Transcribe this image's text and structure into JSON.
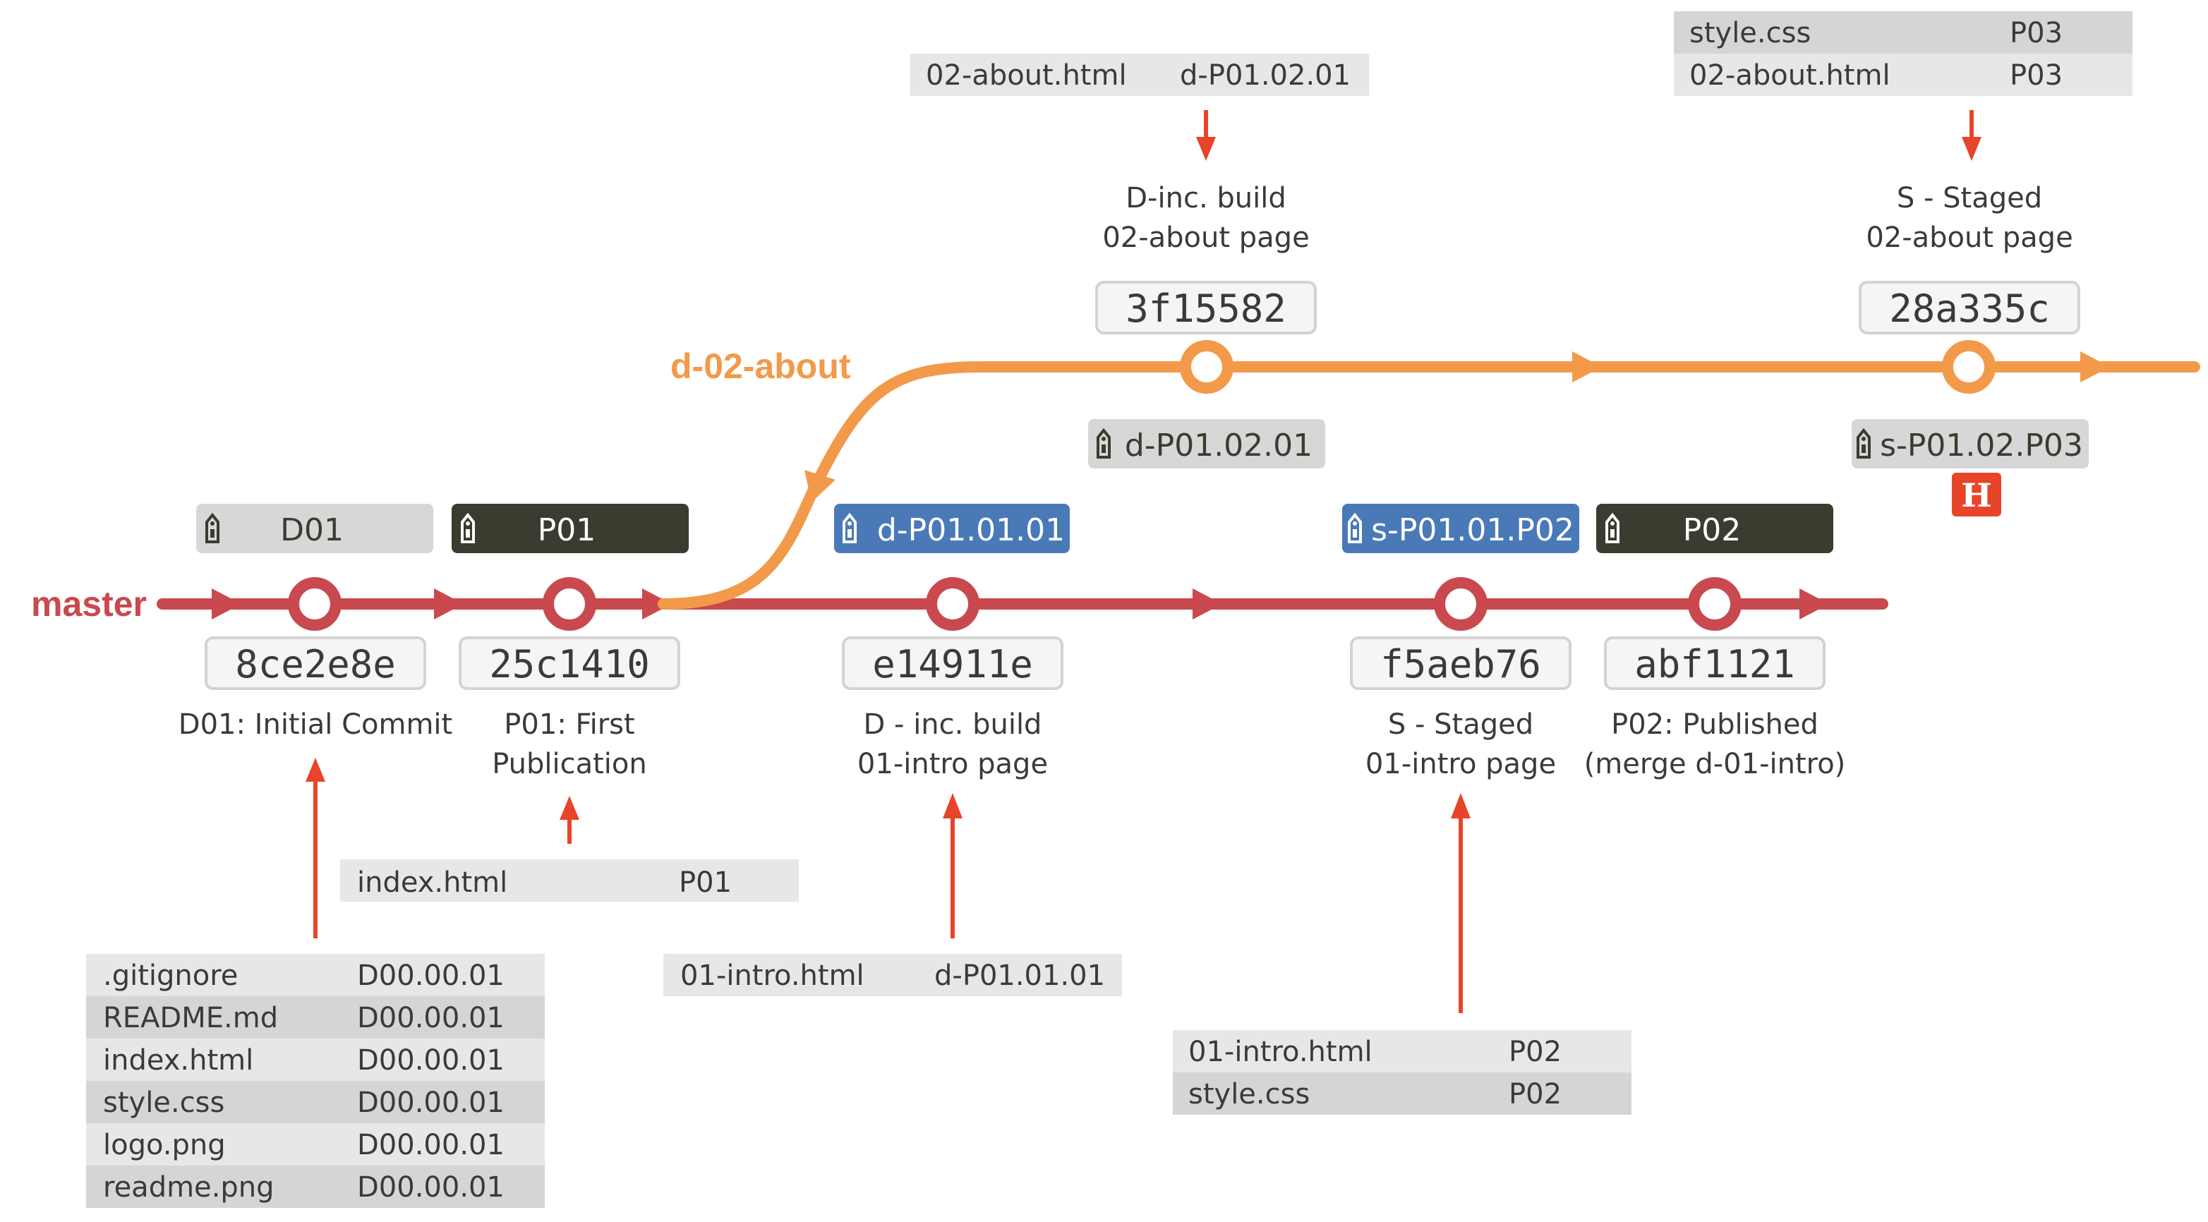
{
  "colors": {
    "master": "#c9494e",
    "branch": "#f29a4a",
    "arrow": "#e8442a",
    "tag_light": "#d7d7d7",
    "tag_dark": "#3b3b30",
    "tag_blue": "#4a79b8",
    "head": "#e8442a",
    "table_a": "#e6e8e8",
    "table_b": "#d4d6d6",
    "hash_bg": "#f5f5f5",
    "hash_border": "#d3d3d3"
  },
  "branches": {
    "master": "master",
    "feature": "d-02-about"
  },
  "commits": [
    {
      "hash": "8ce2e8e",
      "caption": [
        "D01: Initial Commit"
      ]
    },
    {
      "hash": "25c1410",
      "caption": [
        "P01: First",
        "Publication"
      ]
    },
    {
      "hash": "e14911e",
      "caption": [
        "D - inc. build",
        "01-intro page"
      ]
    },
    {
      "hash": "f5aeb76",
      "caption": [
        "S - Staged",
        "01-intro page"
      ]
    },
    {
      "hash": "abf1121",
      "caption": [
        "P02: Published",
        "(merge d-01-intro)"
      ]
    },
    {
      "hash": "3f15582",
      "caption": [
        "D-inc. build",
        "02-about page"
      ]
    },
    {
      "hash": "28a335c",
      "caption": [
        "S - Staged",
        "02-about page"
      ]
    }
  ],
  "tags": [
    {
      "label": "D01",
      "style": "light"
    },
    {
      "label": "P01",
      "style": "dark"
    },
    {
      "label": "d-P01.01.01",
      "style": "blue"
    },
    {
      "label": "s-P01.01.P02",
      "style": "blue"
    },
    {
      "label": "P02",
      "style": "dark"
    },
    {
      "label": "d-P01.02.01",
      "style": "light"
    },
    {
      "label": "s-P01.02.P03",
      "style": "light"
    }
  ],
  "head_badge": "H",
  "tables": [
    {
      "rows": [
        [
          ".gitignore",
          "D00.00.01"
        ],
        [
          "README.md",
          "D00.00.01"
        ],
        [
          "index.html",
          "D00.00.01"
        ],
        [
          "style.css",
          "D00.00.01"
        ],
        [
          "logo.png",
          "D00.00.01"
        ],
        [
          "readme.png",
          "D00.00.01"
        ]
      ]
    },
    {
      "rows": [
        [
          "index.html",
          "P01"
        ]
      ]
    },
    {
      "rows": [
        [
          "01-intro.html",
          "d-P01.01.01"
        ]
      ]
    },
    {
      "rows": [
        [
          "01-intro.html",
          "P02"
        ],
        [
          "style.css",
          "P02"
        ]
      ]
    },
    {
      "rows": [
        [
          "02-about.html",
          "d-P01.02.01"
        ]
      ]
    },
    {
      "rows": [
        [
          "style.css",
          "P03"
        ],
        [
          "02-about.html",
          "P03"
        ]
      ]
    }
  ]
}
